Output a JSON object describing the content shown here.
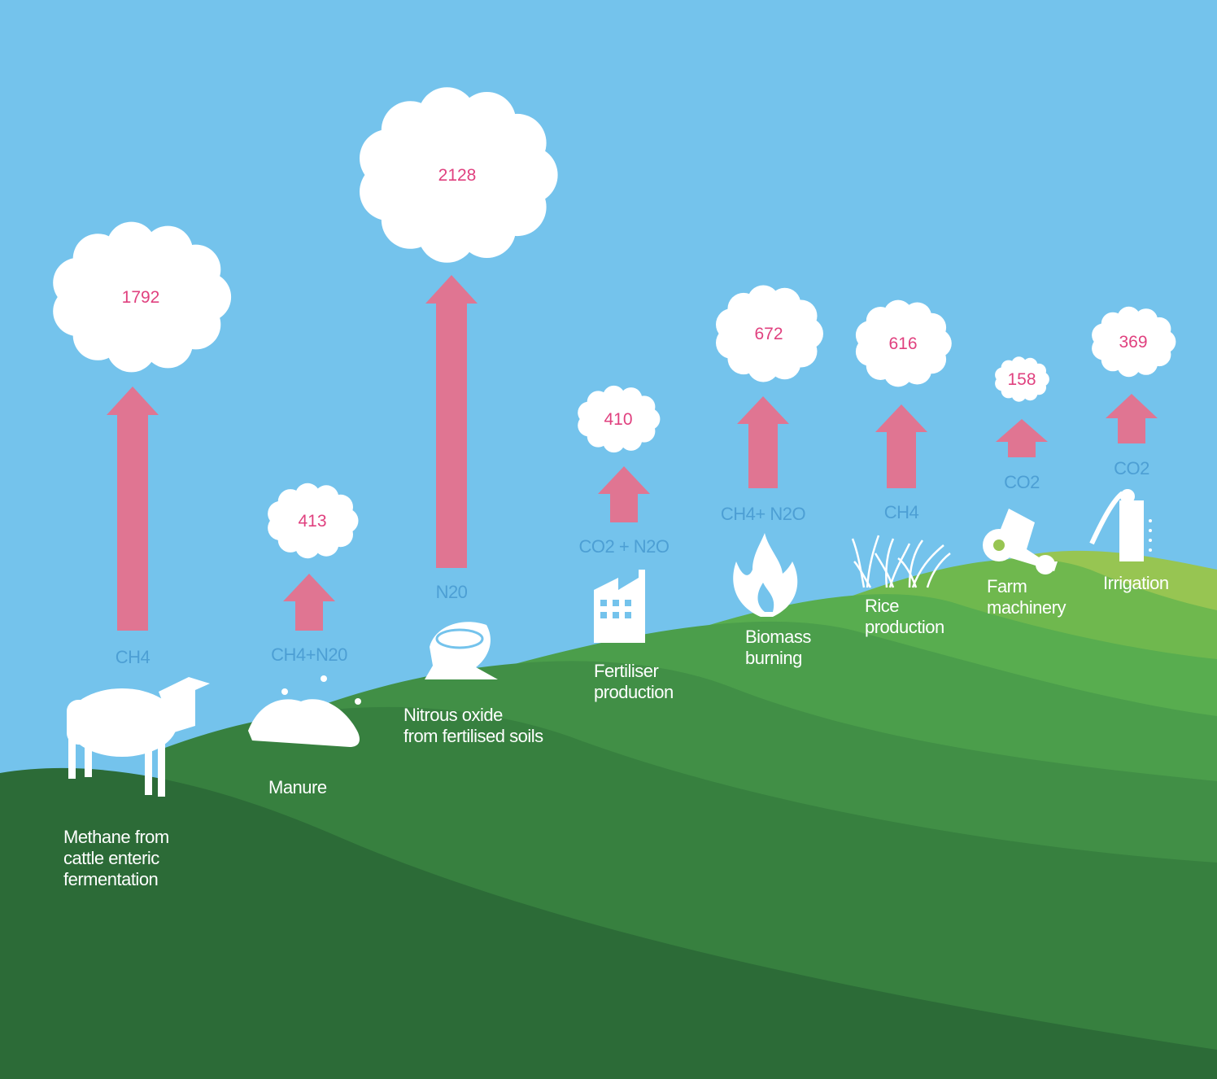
{
  "sources": [
    {
      "id": "cattle",
      "value": "1792",
      "gas": "CH4",
      "label_lines": [
        "Methane from",
        "cattle enteric",
        "fermentation"
      ],
      "icon": "cow-icon"
    },
    {
      "id": "manure",
      "value": "413",
      "gas": "CH4+N20",
      "label_lines": [
        "Manure"
      ],
      "icon": "manure-pile-icon"
    },
    {
      "id": "soils",
      "value": "2128",
      "gas": "N20",
      "label_lines": [
        "Nitrous oxide",
        "from fertilised soils"
      ],
      "icon": "fertiliser-sack-icon"
    },
    {
      "id": "fertiliser",
      "value": "410",
      "gas": "CO2 + N2O",
      "label_lines": [
        "Fertiliser",
        "production"
      ],
      "icon": "factory-icon"
    },
    {
      "id": "biomass",
      "value": "672",
      "gas": "CH4+ N2O",
      "label_lines": [
        "Biomass",
        "burning"
      ],
      "icon": "fire-icon"
    },
    {
      "id": "rice",
      "value": "616",
      "gas": "CH4",
      "label_lines": [
        "Rice",
        "production"
      ],
      "icon": "rice-plant-icon"
    },
    {
      "id": "machinery",
      "value": "158",
      "gas": "CO2",
      "label_lines": [
        "Farm",
        "machinery"
      ],
      "icon": "tractor-icon"
    },
    {
      "id": "irrigation",
      "value": "369",
      "gas": "CO2",
      "label_lines": [
        "Irrigation"
      ],
      "icon": "irrigation-pump-icon"
    }
  ],
  "colors": {
    "sky": "#74c3ec",
    "arrow": "#e07592",
    "value_text": "#e0417f",
    "gas_text": "#4d9fd4",
    "hills": [
      "#97c552",
      "#6fb84e",
      "#58ad4f",
      "#4b9e4b",
      "#418f46",
      "#37803f",
      "#2c6b37"
    ]
  }
}
